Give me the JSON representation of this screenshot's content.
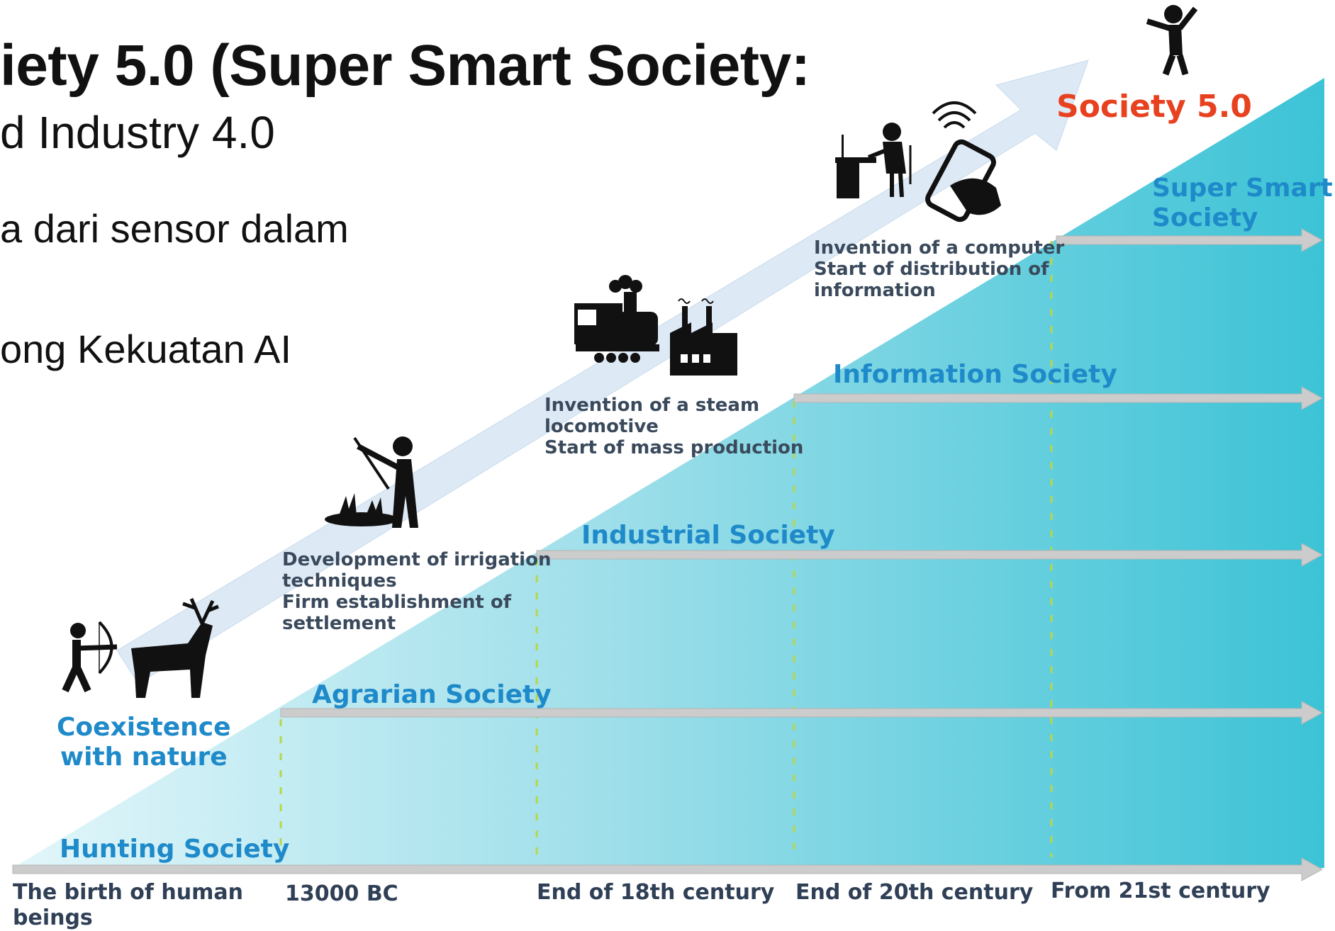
{
  "slide": {
    "title": "iety 5.0 (Super Smart Society:",
    "subtitle_1": "d Industry 4.0",
    "subtitle_2": "a dari sensor dalam",
    "subtitle_3": "ong Kekuatan AI"
  },
  "diagram": {
    "highlight_label": "Society 5.0",
    "societies": [
      {
        "name": "Hunting Society",
        "description": [
          "Coexistence",
          "with nature"
        ]
      },
      {
        "name": "Agrarian Society",
        "description": [
          "Development of irrigation",
          "techniques",
          "Firm establishment of",
          "settlement"
        ]
      },
      {
        "name": "Industrial Society",
        "description": [
          "Invention of a steam",
          "locomotive",
          "Start of mass production"
        ]
      },
      {
        "name": "Information Society",
        "description": [
          "Invention of a computer",
          "Start of distribution of",
          "information"
        ]
      },
      {
        "name_lines": [
          "Super Smart",
          "Society"
        ]
      }
    ],
    "timeline": [
      [
        "The birth of human",
        "beings"
      ],
      [
        "13000 BC"
      ],
      [
        "End of 18th century"
      ],
      [
        "End of 20th century"
      ],
      [
        "From 21st century"
      ]
    ]
  },
  "colors": {
    "society_label": "#1f8ac9",
    "highlight": "#e8411f",
    "description_text": "#3a4a5c",
    "wedge_light": "#d8f3f8",
    "wedge_dark": "#3cc3d6",
    "progress_arrow": "#dde9f5"
  },
  "icons": [
    "archer-icon",
    "deer-icon",
    "farmer-hoe-icon",
    "plant-icon",
    "steam-locomotive-icon",
    "factory-icon",
    "computer-desk-worker-icon",
    "smartphone-hand-icon",
    "celebrating-person-icon"
  ]
}
